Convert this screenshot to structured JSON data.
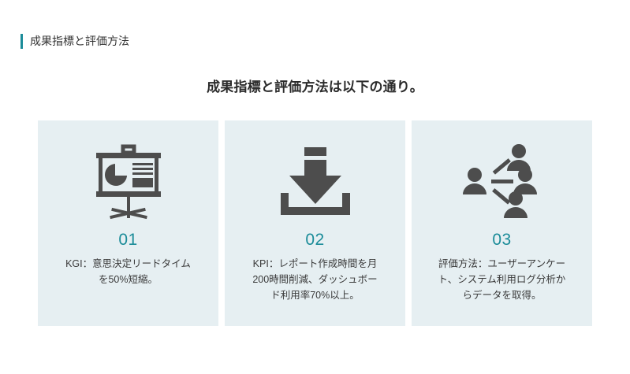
{
  "slide": {
    "header_label": "成果指標と評価方法",
    "headline": "成果指標と評価方法は以下の通り。",
    "accent_color": "#1b8c99",
    "card_background": "#e6eff2",
    "icon_color": "#4d4d4d",
    "text_color": "#3a3a3a"
  },
  "cards": [
    {
      "number": "01",
      "icon": "presentation-chart-icon",
      "body_lines": [
        "KGI：意思決定リードタイム",
        "を50%短縮。"
      ],
      "body_text": "KGI：意思決定リードタイムを50%短縮。"
    },
    {
      "number": "02",
      "icon": "download-tray-icon",
      "body_lines": [
        "KPI：レポート作成時間を月",
        "200時間削減、ダッシュボー",
        "ド利用率70%以上。"
      ],
      "body_text": "KPI：レポート作成時間を月200時間削減、ダッシュボード利用率70%以上。"
    },
    {
      "number": "03",
      "icon": "people-network-icon",
      "body_lines": [
        "評価方法：ユーザーアンケー",
        "ト、システム利用ログ分析か",
        "らデータを取得。"
      ],
      "body_text": "評価方法：ユーザーアンケート、システム利用ログ分析からデータを取得。"
    }
  ]
}
